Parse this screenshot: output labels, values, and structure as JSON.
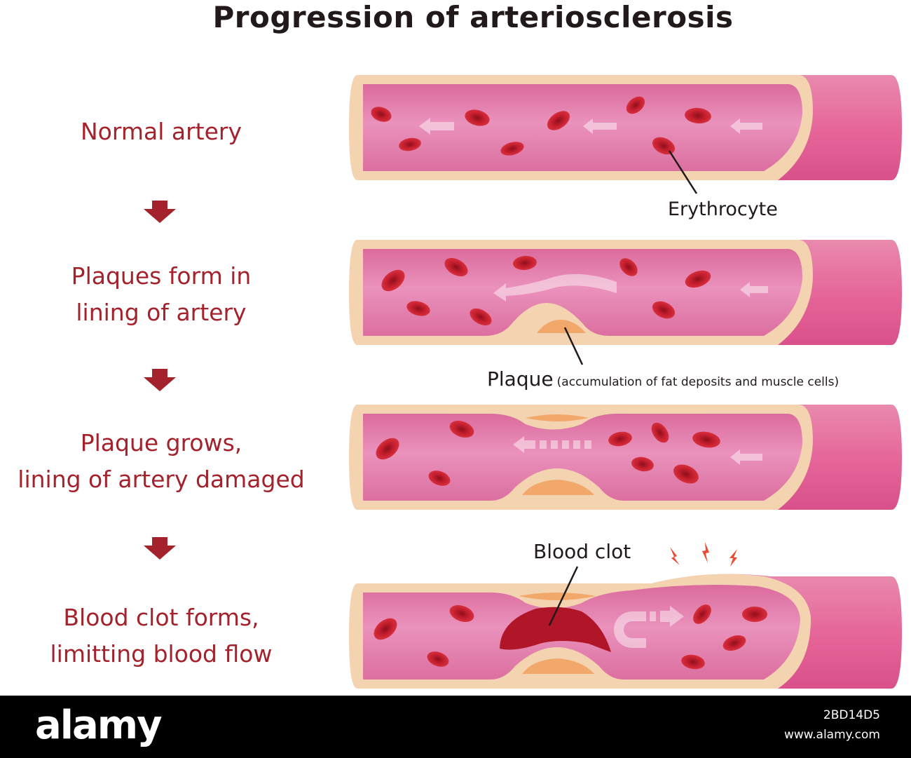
{
  "title": "Progression of arteriosclerosis",
  "stages": [
    {
      "line1": "Normal artery",
      "line2": ""
    },
    {
      "line1": "Plaques form in",
      "line2": "lining of artery"
    },
    {
      "line1": "Plaque grows,",
      "line2": "lining of artery damaged"
    },
    {
      "line1": "Blood clot forms,",
      "line2": "limitting blood flow"
    }
  ],
  "callouts": {
    "erythrocyte": "Erythrocyte",
    "plaque": "Plaque",
    "plaque_note": "(accumulation of fat deposits and muscle cells)",
    "blood_clot": "Blood clot"
  },
  "footer": {
    "brand": "alamy",
    "image_id": "2BD14D5",
    "url": "www.alamy.com"
  },
  "colors": {
    "label_red": "#a3222b",
    "arrow_red": "#a3222b",
    "vessel_wall": "#f3d3b0",
    "vessel_outer": "#e8709c",
    "lumen": "#e27aa8",
    "erythrocyte": "#c3202f",
    "plaque": "#f2a86a",
    "clot": "#b01528",
    "spark": "#ec4a34"
  }
}
